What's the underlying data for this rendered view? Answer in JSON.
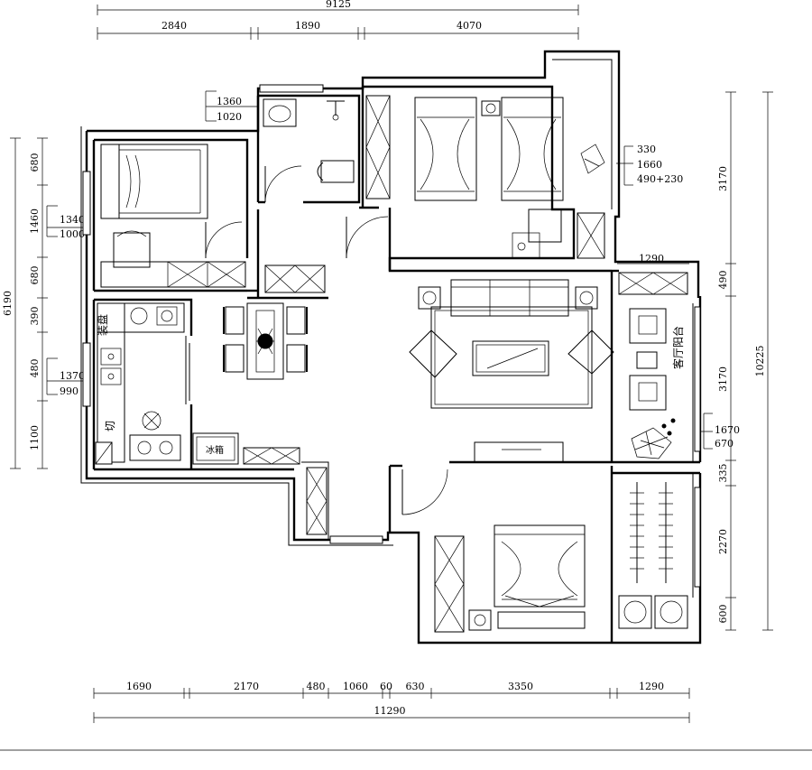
{
  "plan": {
    "overall_top": "9125",
    "top_dims": [
      "2840",
      "1890",
      "4070"
    ],
    "left_overall": "6190",
    "left_dims": [
      "680",
      "1460",
      "680",
      "390",
      "480",
      "1100"
    ],
    "right_overall": "10225",
    "right_dims": [
      "3170",
      "490",
      "3170",
      "335",
      "2270",
      "600"
    ],
    "bottom_overall": "11290",
    "bottom_dims": [
      "1690",
      "2170",
      "480",
      "1060",
      "60",
      "630",
      "3350",
      "1290"
    ],
    "balcony_width": "1290",
    "notes": {
      "bath_window": [
        "1360",
        "1020"
      ],
      "bed_window": [
        "1340",
        "1000"
      ],
      "kitchen_window": [
        "1370",
        "990"
      ],
      "master_window": [
        "330",
        "1660",
        "490+230"
      ],
      "balcony_window": [
        "1670",
        "670"
      ]
    },
    "labels": {
      "kitchen_counter": "装盘",
      "kitchen_cut": "切",
      "fridge": "冰箱",
      "living_balcony": "客厅阳台"
    }
  }
}
